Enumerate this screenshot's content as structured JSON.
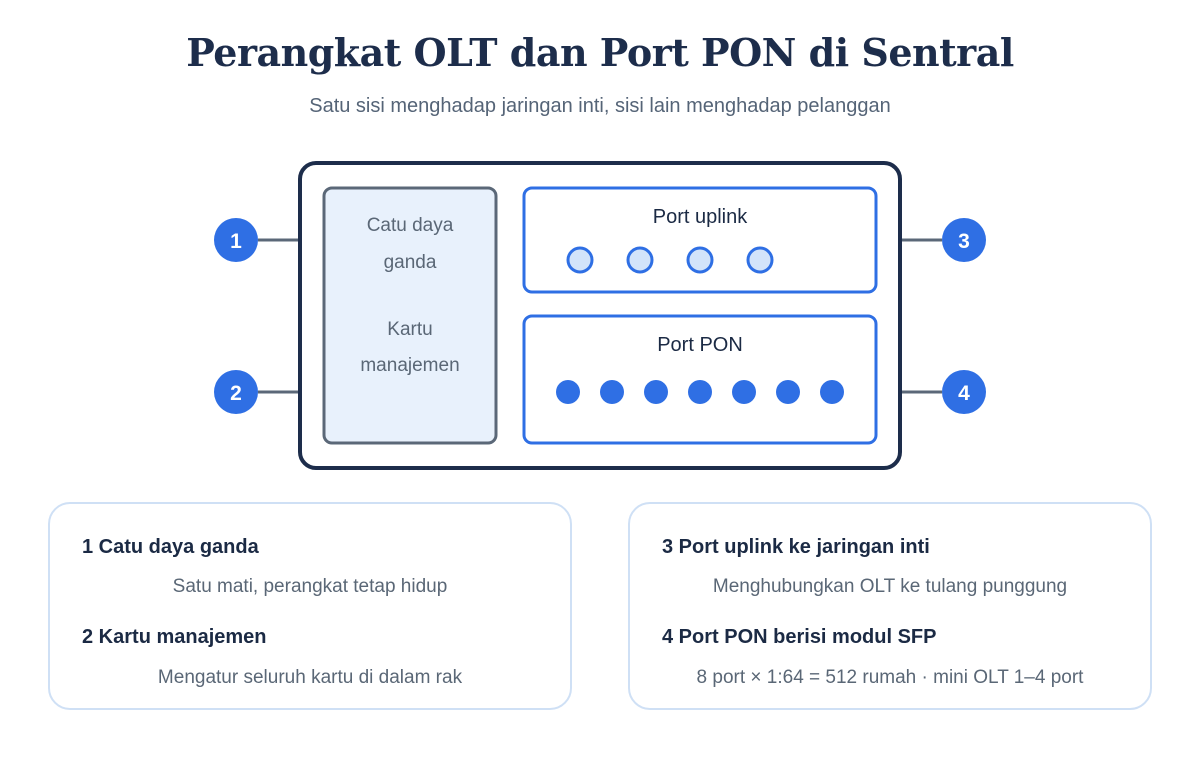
{
  "header": {
    "title": "Perangkat OLT dan Port PON di Sentral",
    "subtitle": "Satu sisi menghadap jaringan inti, sisi lain menghadap pelanggan"
  },
  "device": {
    "left_card": {
      "line1": "Catu daya",
      "line2": "ganda",
      "line3": "Kartu",
      "line4": "manajemen"
    },
    "uplink_label": "Port uplink",
    "uplink_port_count": 4,
    "pon_label": "Port PON",
    "pon_port_count": 7
  },
  "callouts": [
    "1",
    "2",
    "3",
    "4"
  ],
  "legend": {
    "left": [
      {
        "title": "1 Catu daya ganda",
        "desc": "Satu mati, perangkat tetap hidup"
      },
      {
        "title": "2 Kartu manajemen",
        "desc": "Mengatur seluruh kartu di dalam rak"
      }
    ],
    "right": [
      {
        "title": "3 Port uplink ke jaringan inti",
        "desc": "Menghubungkan OLT ke tulang punggung"
      },
      {
        "title": "4 Port PON berisi modul SFP",
        "desc": "8 port × 1:64 = 512 rumah · mini OLT 1–4 port"
      }
    ]
  },
  "colors": {
    "accent": "#2f6fe4",
    "dark": "#1d2d4b",
    "panel_fill": "#e8f1fc",
    "uplink_port_fill": "#d3e4fa",
    "border_light": "#cfe0f5"
  }
}
